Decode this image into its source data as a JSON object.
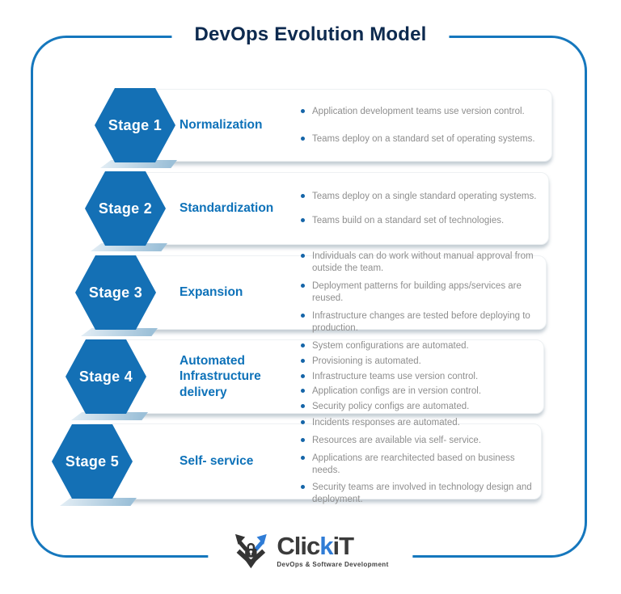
{
  "title": "DevOps Evolution Model",
  "stages": [
    {
      "badge": "Stage 1",
      "title": "Normalization",
      "bullets": [
        "Application development teams use version control.",
        "Teams deploy on a standard set of operating systems."
      ]
    },
    {
      "badge": "Stage 2",
      "title": "Standardization",
      "bullets": [
        "Teams deploy on a single standard operating systems.",
        "Teams build on a standard set of technologies."
      ]
    },
    {
      "badge": "Stage 3",
      "title": "Expansion",
      "bullets": [
        "Individuals can do work without manual approval from outside the team.",
        "Deployment patterns for building apps/services are reused.",
        "Infrastructure changes are tested before deploying to production."
      ]
    },
    {
      "badge": "Stage 4",
      "title": "Automated Infrastructure delivery",
      "bullets": [
        "System configurations are automated.",
        "Provisioning is automated.",
        "Infrastructure teams use version control.",
        "Application configs are in version control.",
        "Security policy configs are automated."
      ]
    },
    {
      "badge": "Stage 5",
      "title": "Self- service",
      "bullets": [
        "Incidents responses are automated.",
        "Resources are available via self- service.",
        "Applications are rearchitected based on business needs.",
        "Security teams are involved in technology design and deployment."
      ]
    }
  ],
  "logo": {
    "brand_prefix": "Clic",
    "brand_k": "k",
    "brand_suffix": "iT",
    "tagline": "DevOps & Software Development"
  },
  "colors": {
    "hexagon_blue": "#1470b5",
    "stage_title_blue": "#0e72b9",
    "heading_navy": "#0d2a4f",
    "frame_border_blue": "#1577bd",
    "bullet_text_gray": "#8e8e8e",
    "bullet_dot_blue": "#1565a8",
    "logo_k_blue": "#2f7cd6"
  }
}
